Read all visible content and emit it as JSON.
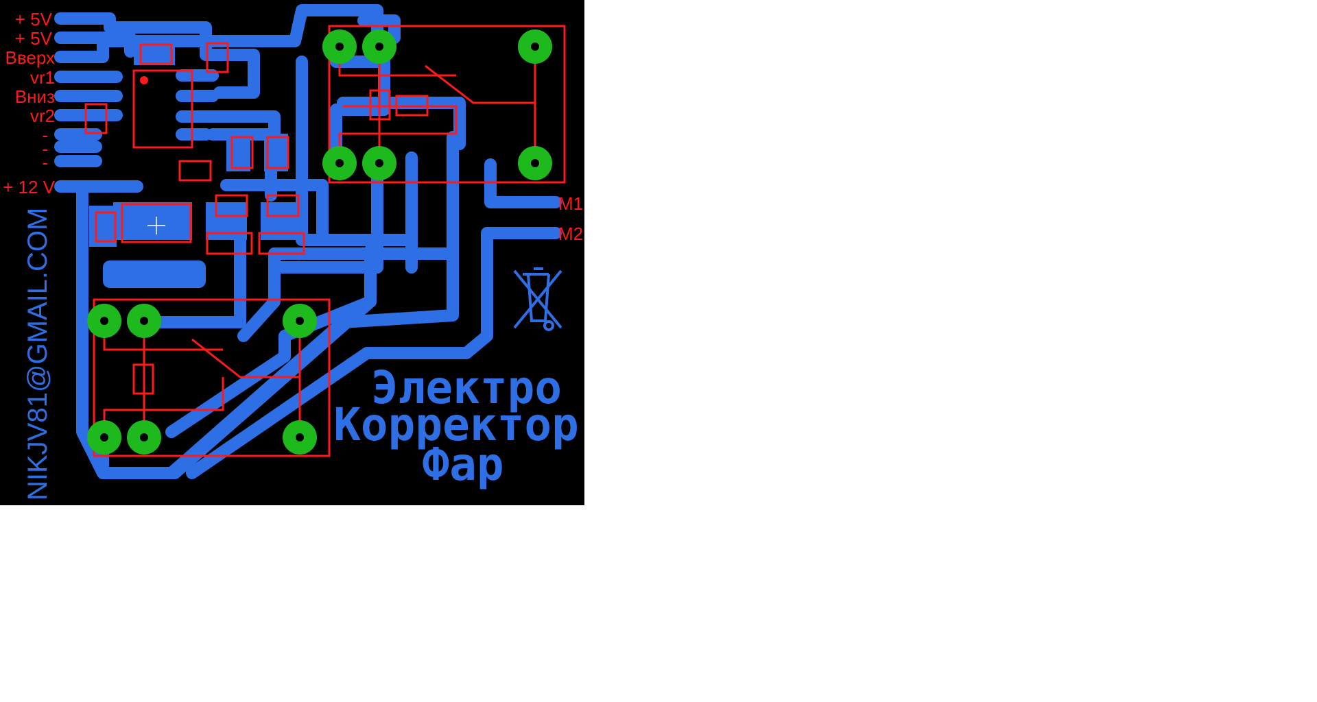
{
  "board": {
    "background": "#000000",
    "copper_color": "#2f6fe6",
    "silk_color": "#ff1a1a",
    "pad_color": "#1db91d"
  },
  "connector_labels": [
    "+ 5V",
    "+ 5V",
    "Вверх",
    "vr1",
    "Вниз",
    "vr2",
    "-",
    "-",
    "-",
    "+ 12 V"
  ],
  "motor_labels": [
    "M1",
    "M2"
  ],
  "title_lines": [
    "Электро",
    "Корректор",
    "Фар"
  ],
  "vertical_text": "NIKJV81@GMAIL.COM",
  "icon": "recycle-bin-crossed-icon"
}
